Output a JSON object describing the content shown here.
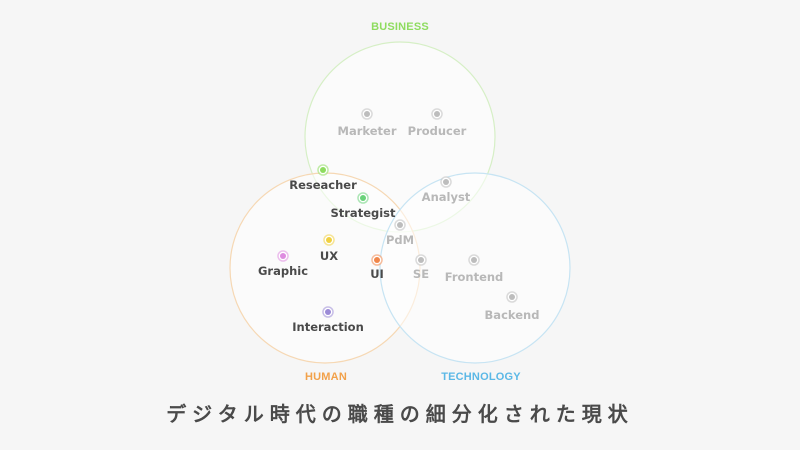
{
  "categories": {
    "business": {
      "label": "BUSINESS",
      "color": "#8edc5f"
    },
    "human": {
      "label": "HUMAN",
      "color": "#f2a14a"
    },
    "technology": {
      "label": "TECHNOLOGY",
      "color": "#5bb8e6"
    }
  },
  "roles": {
    "marketer": {
      "label": "Marketer",
      "color": "#bdbdbd",
      "emphasis": "faint"
    },
    "producer": {
      "label": "Producer",
      "color": "#bdbdbd",
      "emphasis": "faint"
    },
    "analyst": {
      "label": "Analyst",
      "color": "#bdbdbd",
      "emphasis": "faint"
    },
    "reseacher": {
      "label": "Reseacher",
      "color": "#8edc5f",
      "emphasis": "strong"
    },
    "strategist": {
      "label": "Strategist",
      "color": "#69d27a",
      "emphasis": "strong"
    },
    "pdm": {
      "label": "PdM",
      "color": "#bdbdbd",
      "emphasis": "faint"
    },
    "ux": {
      "label": "UX",
      "color": "#f0d040",
      "emphasis": "strong"
    },
    "graphic": {
      "label": "Graphic",
      "color": "#de8be0",
      "emphasis": "strong"
    },
    "ui": {
      "label": "UI",
      "color": "#f0864a",
      "emphasis": "strong"
    },
    "se": {
      "label": "SE",
      "color": "#bdbdbd",
      "emphasis": "faint"
    },
    "frontend": {
      "label": "Frontend",
      "color": "#bdbdbd",
      "emphasis": "faint"
    },
    "backend": {
      "label": "Backend",
      "color": "#bdbdbd",
      "emphasis": "faint"
    },
    "interaction": {
      "label": "Interaction",
      "color": "#9b8ad6",
      "emphasis": "strong"
    }
  },
  "caption": "デジタル時代の職種の細分化された現状"
}
